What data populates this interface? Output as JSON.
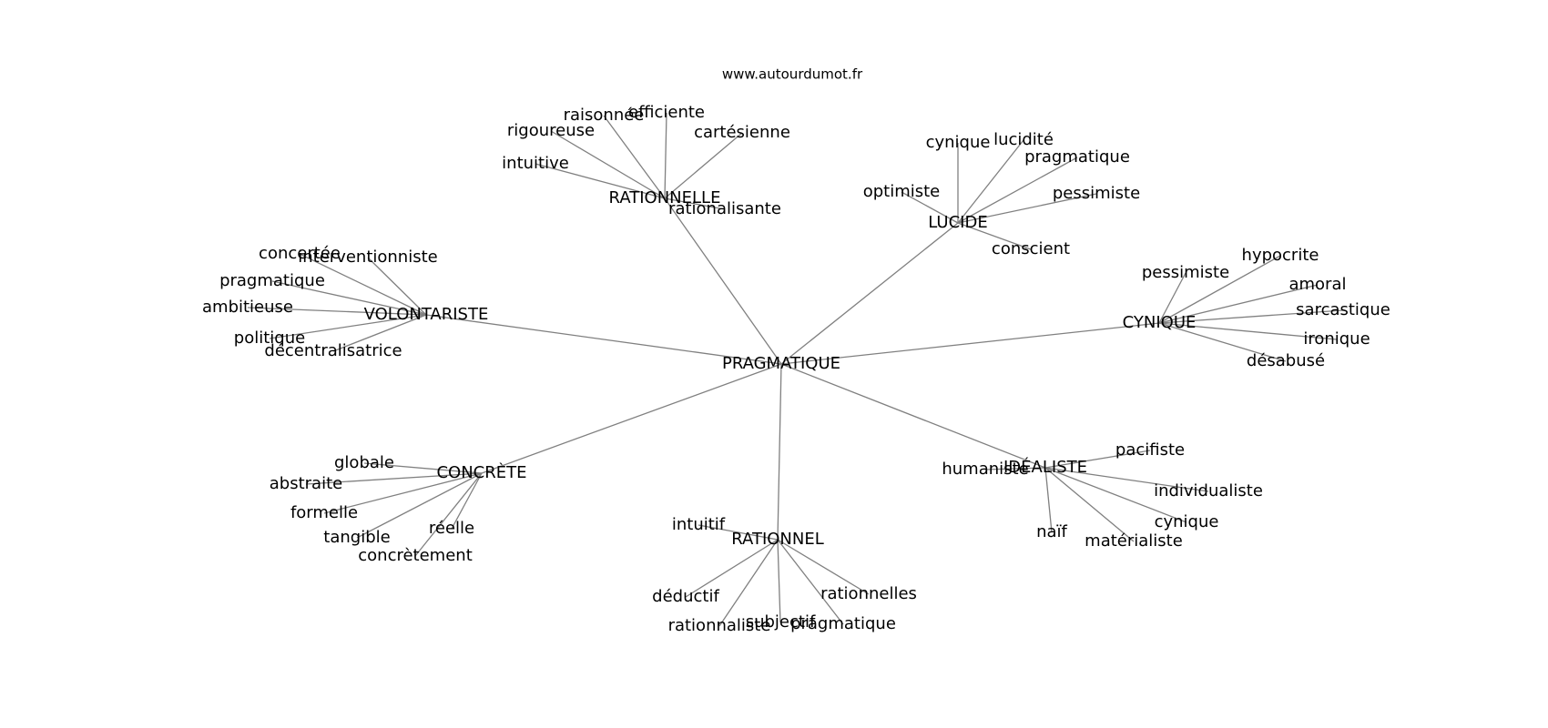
{
  "source": "www.autourdumot.fr",
  "graph": {
    "center": "PRAGMATIQUE",
    "hubs": [
      {
        "id": "rationnelle",
        "label": "RATIONNELLE",
        "leaves": [
          "intuitive",
          "rigoureuse",
          "raisonnée",
          "efficiente",
          "cartésienne",
          "rationalisante"
        ]
      },
      {
        "id": "lucide",
        "label": "LUCIDE",
        "leaves": [
          "optimiste",
          "cynique",
          "lucidité",
          "pragmatique",
          "pessimiste",
          "conscient"
        ]
      },
      {
        "id": "volontariste",
        "label": "VOLONTARISTE",
        "leaves": [
          "concertée",
          "interventionniste",
          "pragmatique",
          "ambitieuse",
          "politique",
          "décentralisatrice"
        ]
      },
      {
        "id": "cynique",
        "label": "CYNIQUE",
        "leaves": [
          "pessimiste",
          "hypocrite",
          "amoral",
          "sarcastique",
          "ironique",
          "désabusé"
        ]
      },
      {
        "id": "concrete",
        "label": "CONCRÈTE",
        "leaves": [
          "globale",
          "abstraite",
          "formelle",
          "tangible",
          "réelle",
          "concrètement"
        ]
      },
      {
        "id": "rationnel",
        "label": "RATIONNEL",
        "leaves": [
          "intuitif",
          "déductif",
          "rationnaliste",
          "subjectif",
          "pragmatique",
          "rationnelles"
        ]
      },
      {
        "id": "idealiste",
        "label": "IDÉALISTE",
        "leaves": [
          "humaniste",
          "pacifiste",
          "individualiste",
          "cynique",
          "matérialiste",
          "naïf"
        ]
      }
    ]
  }
}
